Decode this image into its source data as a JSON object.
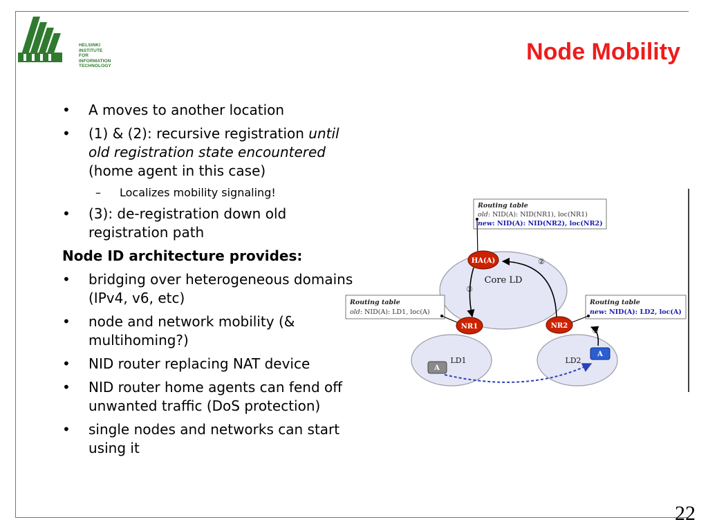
{
  "logo": {
    "lines": [
      "HELSINKI",
      "INSTITUTE FOR",
      "INFORMATION",
      "TECHNOLOGY"
    ],
    "color": "#2f7a2f"
  },
  "title": "Node Mobility",
  "title_color": "#ee1c1c",
  "bullets_top": {
    "b1": "A moves to another location",
    "b2_plain": "(1) & (2): recursive registration ",
    "b2_italic": "until old registration state encountered",
    "b2_tail": " (home agent in this case)",
    "sub1": "Localizes mobility signaling!",
    "b3": "(3): de-registration down old registration path"
  },
  "section_header": "Node ID architecture provides:",
  "bullets_bottom": [
    "bridging over heterogeneous domains (IPv4, v6, etc)",
    "node and network mobility (& multihoming?)",
    "NID router replacing NAT device",
    "NID router home agents can fend off unwanted traffic (DoS protection)",
    "single nodes and networks can start using it"
  ],
  "diagram": {
    "rt_top": {
      "title": "Routing table",
      "old_key": "old",
      "old_val": ": NID(A): NID(NR1), loc(NR1)",
      "new_key": "new",
      "new_val": ": NID(A): NID(NR2), loc(NR2)"
    },
    "rt_left": {
      "title": "Routing table",
      "old_key": "old",
      "old_val": ": NID(A): LD1, loc(A)"
    },
    "rt_right": {
      "title": "Routing table",
      "new_key": "new",
      "new_val": ": NID(A): LD2, loc(A)"
    },
    "core_label": "Core LD",
    "ha_label": "HA(A)",
    "nr1_label": "NR1",
    "nr2_label": "NR2",
    "ld1_label": "LD1",
    "ld2_label": "LD2",
    "node_old_label": "A",
    "node_new_label": "A",
    "step1": "①",
    "step2": "②",
    "step3": "③",
    "colors": {
      "router_red": "#cc2200",
      "node_blue": "#2b5fd0",
      "node_gray": "#8a8a8a",
      "domain_fill": "#e4e6f6",
      "new_text": "#1a1ab0"
    }
  },
  "page_number": "22"
}
